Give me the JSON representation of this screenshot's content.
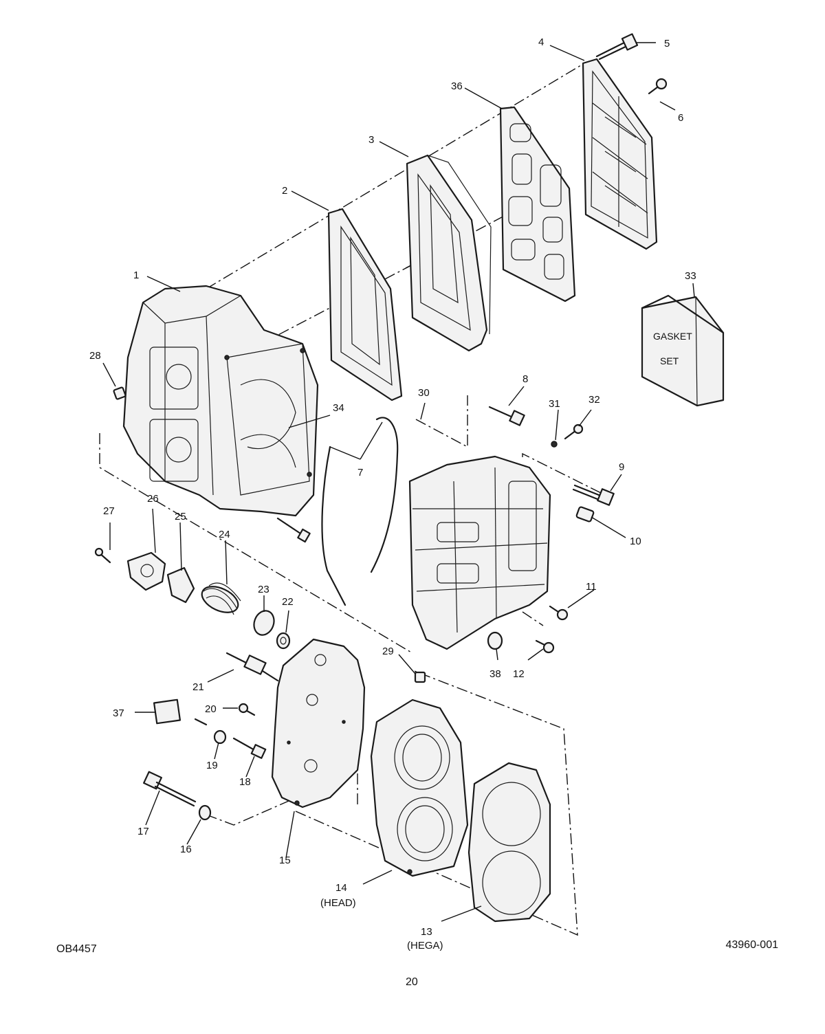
{
  "footer": {
    "code_left": "OB4457",
    "code_right": "43960-001",
    "page_number": "20"
  },
  "box_label": [
    "GASKET",
    "SET"
  ],
  "callouts": [
    {
      "id": "c1",
      "text": "1"
    },
    {
      "id": "c2",
      "text": "2"
    },
    {
      "id": "c3",
      "text": "3"
    },
    {
      "id": "c4",
      "text": "4"
    },
    {
      "id": "c5",
      "text": "5"
    },
    {
      "id": "c6",
      "text": "6"
    },
    {
      "id": "c7",
      "text": "7"
    },
    {
      "id": "c8",
      "text": "8"
    },
    {
      "id": "c9",
      "text": "9"
    },
    {
      "id": "c10",
      "text": "10"
    },
    {
      "id": "c11",
      "text": "11"
    },
    {
      "id": "c12",
      "text": "12"
    },
    {
      "id": "c13",
      "text": "13",
      "sub": "(HEGA)"
    },
    {
      "id": "c14",
      "text": "14",
      "sub": "(HEAD)"
    },
    {
      "id": "c15",
      "text": "15"
    },
    {
      "id": "c16",
      "text": "16"
    },
    {
      "id": "c17",
      "text": "17"
    },
    {
      "id": "c18",
      "text": "18"
    },
    {
      "id": "c19",
      "text": "19"
    },
    {
      "id": "c20",
      "text": "20"
    },
    {
      "id": "c21",
      "text": "21"
    },
    {
      "id": "c22",
      "text": "22"
    },
    {
      "id": "c23",
      "text": "23"
    },
    {
      "id": "c24",
      "text": "24"
    },
    {
      "id": "c25",
      "text": "25"
    },
    {
      "id": "c26",
      "text": "26"
    },
    {
      "id": "c27",
      "text": "27"
    },
    {
      "id": "c28",
      "text": "28"
    },
    {
      "id": "c29",
      "text": "29"
    },
    {
      "id": "c30",
      "text": "30"
    },
    {
      "id": "c31",
      "text": "31"
    },
    {
      "id": "c32",
      "text": "32"
    },
    {
      "id": "c33",
      "text": "33"
    },
    {
      "id": "c34",
      "text": "34"
    },
    {
      "id": "c36",
      "text": "36"
    },
    {
      "id": "c37",
      "text": "37"
    },
    {
      "id": "c38",
      "text": "38"
    }
  ]
}
